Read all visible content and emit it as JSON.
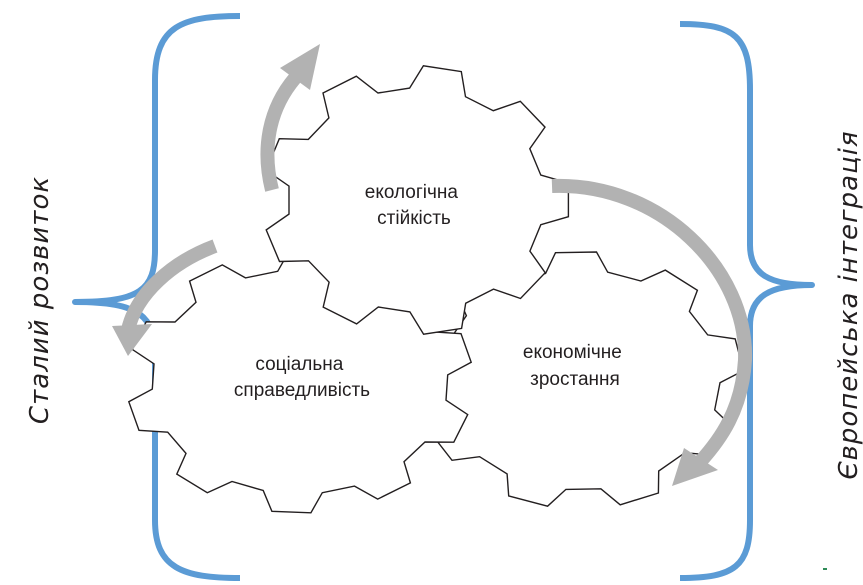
{
  "gears": [
    {
      "id": "ecology",
      "lines": [
        "екологічна",
        "стійкість"
      ]
    },
    {
      "id": "social",
      "lines": [
        "соціальна",
        "справедливість"
      ]
    },
    {
      "id": "economic",
      "lines": [
        "економічне",
        "зростання"
      ]
    }
  ],
  "left_label": "Сталий розвиток",
  "right_label": "Європейська інтеграція",
  "colors": {
    "brace": "#5b9bd5",
    "arrow": "#b2b2b2",
    "gear_stroke": "#231f20",
    "background": "#ffffff"
  }
}
